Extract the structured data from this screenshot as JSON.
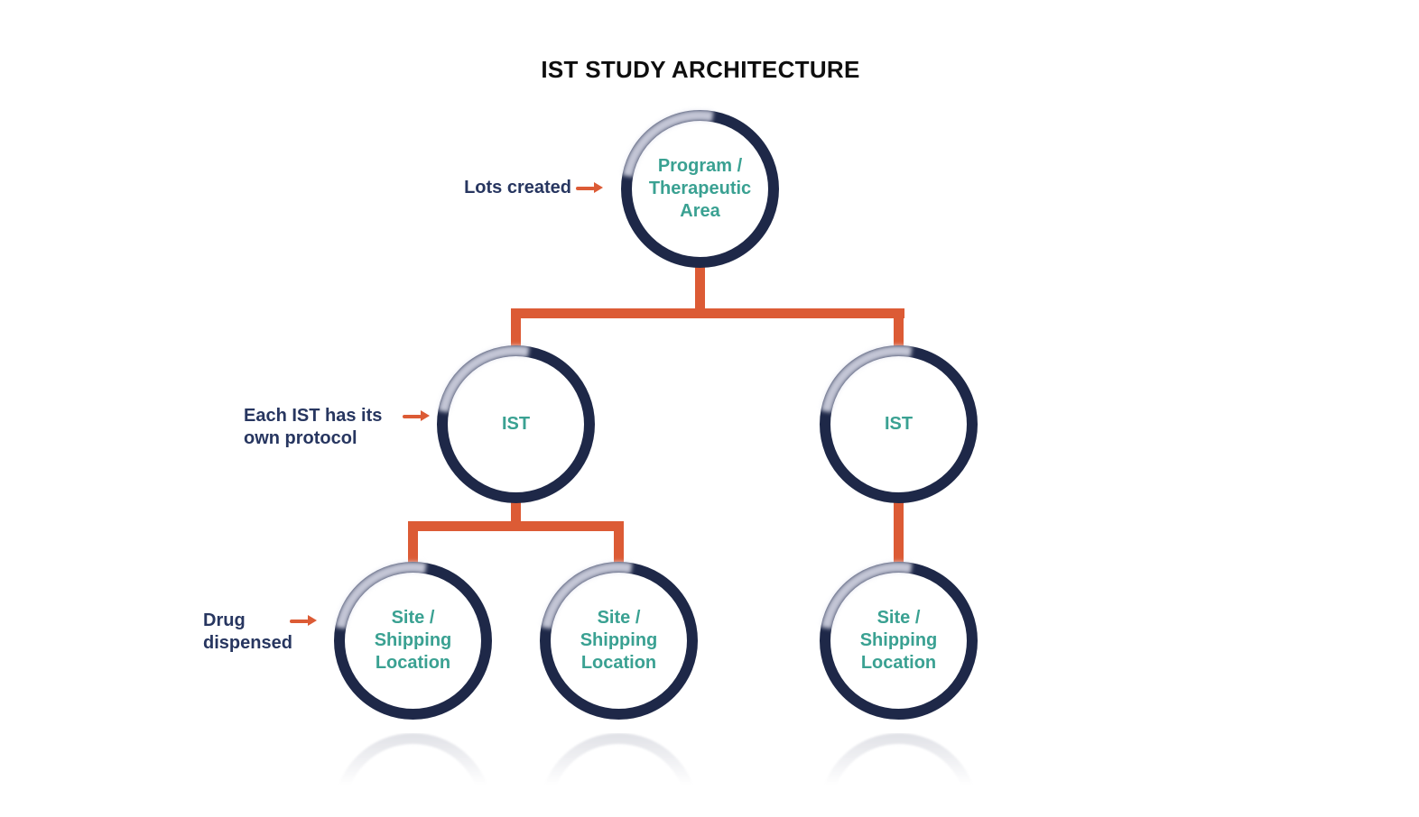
{
  "title": "IST STUDY ARCHITECTURE",
  "colors": {
    "circle_border_navy": "#1e2848",
    "connector_orange": "#dc5b35",
    "node_text_teal": "#3aa192",
    "annotation_navy": "#273660",
    "background": "#ffffff"
  },
  "annotations": {
    "lots": {
      "line1": "Lots created"
    },
    "protocol": {
      "line1": "Each IST has its",
      "line2": "own protocol"
    },
    "drug": {
      "line1": "Drug",
      "line2": "dispensed"
    }
  },
  "nodes": {
    "program": {
      "line1": "Program /",
      "line2": "Therapeutic",
      "line3": "Area"
    },
    "ist_left": {
      "line1": "IST"
    },
    "ist_right": {
      "line1": "IST"
    },
    "site_left": {
      "line1": "Site /",
      "line2": "Shipping",
      "line3": "Location"
    },
    "site_mid": {
      "line1": "Site /",
      "line2": "Shipping",
      "line3": "Location"
    },
    "site_right": {
      "line1": "Site /",
      "line2": "Shipping",
      "line3": "Location"
    }
  },
  "edges": [
    [
      "program",
      "ist_left"
    ],
    [
      "program",
      "ist_right"
    ],
    [
      "ist_left",
      "site_left"
    ],
    [
      "ist_left",
      "site_mid"
    ],
    [
      "ist_right",
      "site_right"
    ]
  ]
}
